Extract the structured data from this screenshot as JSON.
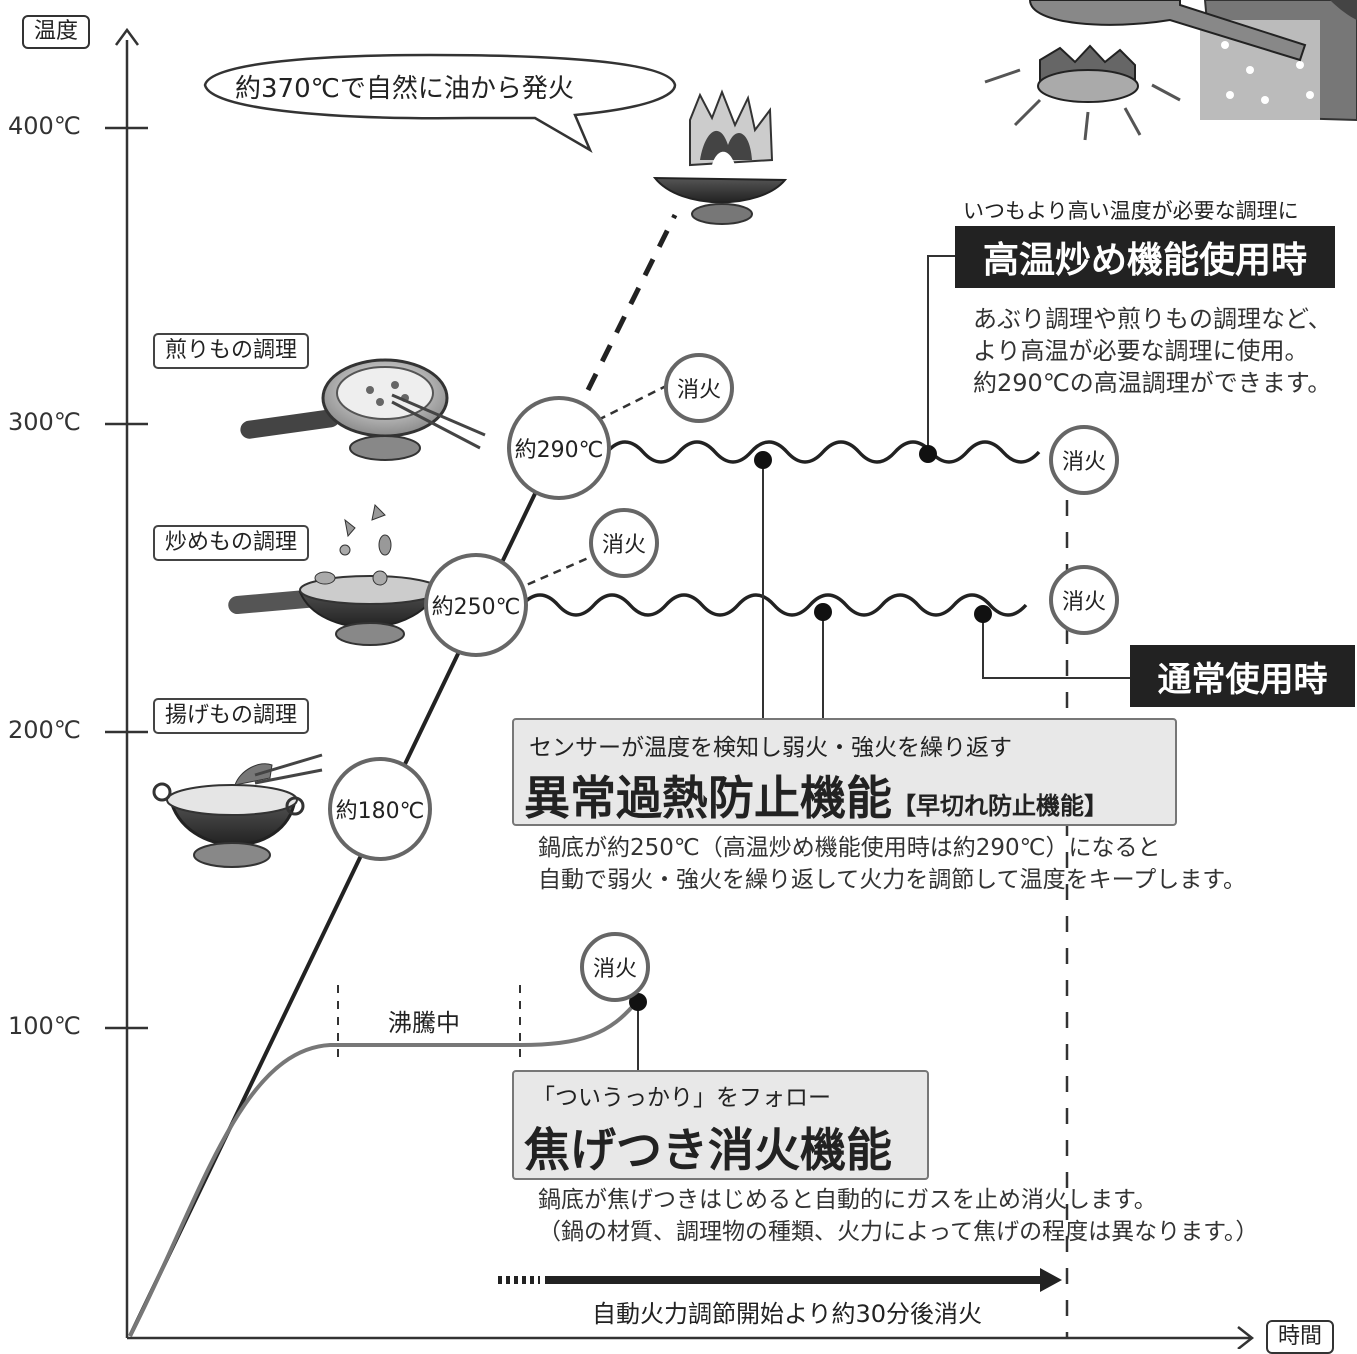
{
  "axes": {
    "y_label": "温度",
    "x_label": "時間",
    "ticks": [
      "400℃",
      "300℃",
      "200℃",
      "100℃"
    ]
  },
  "speech_bubble": "約370℃で自然に油から発火",
  "cooking": {
    "iri": "煎りもの調理",
    "itame": "炒めもの調理",
    "age": "揚げもの調理"
  },
  "temps": {
    "t290": "約290℃",
    "t250": "約250℃",
    "t180": "約180℃"
  },
  "off_label": "消火",
  "boiling": "沸騰中",
  "high_temp": {
    "caption": "いつもより高い温度が必要な調理に",
    "title": "高温炒め機能使用時",
    "desc": [
      "あぶり調理や煎りもの調理など、",
      "より高温が必要な調理に使用。",
      "約290℃の高温調理ができます。"
    ]
  },
  "normal": {
    "title": "通常使用時"
  },
  "overheat": {
    "caption": "センサーが温度を検知し弱火・強火を繰り返す",
    "title": "異常過熱防止機能",
    "sub": "【早切れ防止機能】",
    "desc": [
      "鍋底が約250℃（高温炒め機能使用時は約290℃）になると",
      "自動で弱火・強火を繰り返して火力を調節して温度をキープします。"
    ]
  },
  "scorch": {
    "caption": "「ついうっかり」をフォロー",
    "title": "焦げつき消火機能",
    "desc": [
      "鍋底が焦げつきはじめると自動的にガスを止め消火します。",
      "（鍋の材質、調理物の種類、火力によって焦げの程度は異なります。）"
    ]
  },
  "auto_off": "自動火力調節開始より約30分後消火"
}
